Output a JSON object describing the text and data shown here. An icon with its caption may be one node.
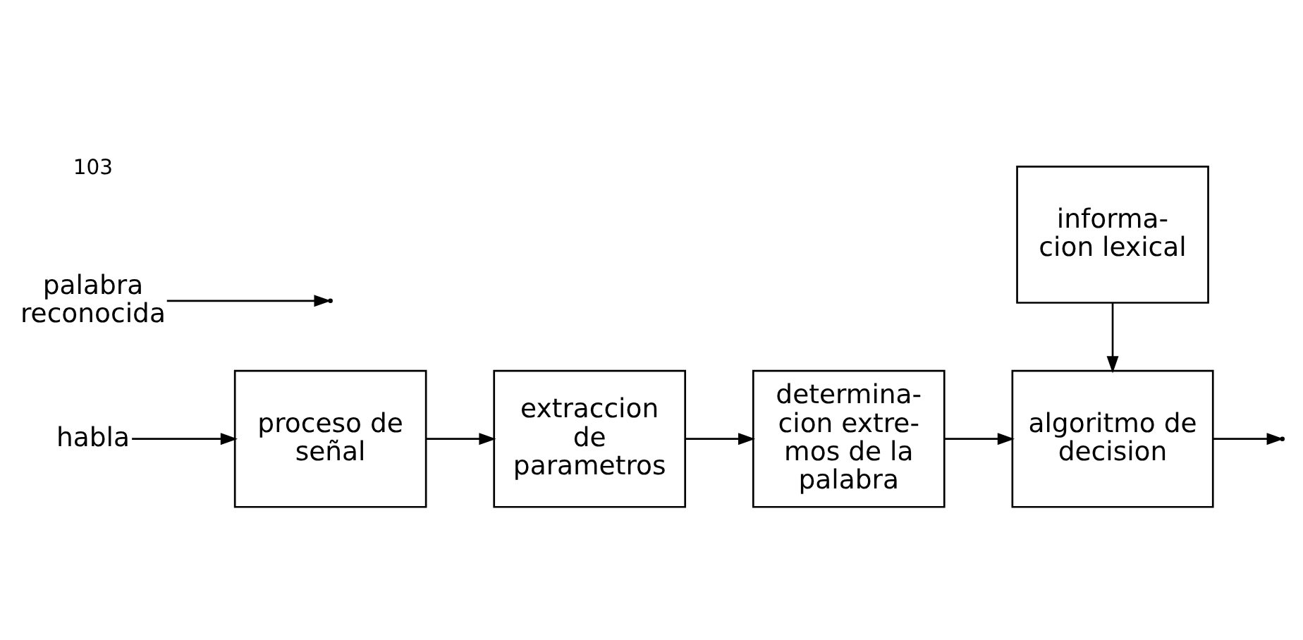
{
  "diagram": {
    "nodes": [
      {
        "text": [
          "habla"
        ]
      },
      {
        "text": [
          "proceso de señal"
        ]
      },
      {
        "text": [
          "extraccion de parametros"
        ]
      },
      {
        "text": [
          "determina- cion extre- mos de la palabra"
        ]
      },
      {
        "text": [
          "algoritmo de decision"
        ]
      },
      {
        "text": [
          "informa- cion lexical"
        ]
      },
      {
        "text": [
          "palabra reconocida"
        ]
      }
    ],
    "edges": [
      {
        "from": 0,
        "to": 1,
        "arrow": "to"
      },
      {
        "from": 1,
        "to": 2,
        "arrow": "to"
      },
      {
        "from": 2,
        "to": 3,
        "arrow": "to"
      },
      {
        "from": 3,
        "to": 4,
        "arrow": "to"
      },
      {
        "from": 5,
        "to": 4,
        "arrow": "to"
      },
      {
        "from": 4,
        "to": null,
        "arrow": "to"
      },
      {
        "from": 6,
        "to": null,
        "arrow": "to"
      }
    ],
    "labels": [
      "103"
    ]
  }
}
